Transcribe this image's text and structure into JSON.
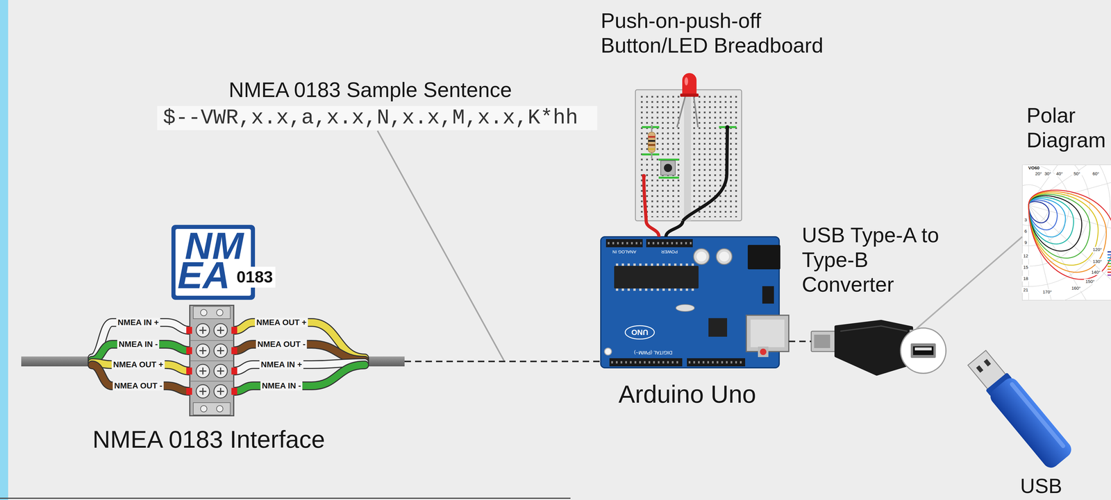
{
  "diagram": {
    "nodes": [
      {
        "text": [
          "NMEA 0183 Sample Sentence",
          "$--VWR,x.x,a,x.x,N,x.x,M,x.x,K*hh"
        ]
      },
      {
        "text": [
          "NMEA 0183 Interface"
        ]
      },
      {
        "text": [
          "Push-on-push-off Button/LED Breadboard"
        ]
      },
      {
        "text": [
          "Arduino Uno"
        ]
      },
      {
        "text": [
          "USB Type-A to Type-B Converter"
        ]
      },
      {
        "text": [
          "Polar Diagram"
        ]
      },
      {
        "text": [
          "USB"
        ]
      }
    ],
    "edges": [
      {
        "from": 1,
        "to": 3,
        "arrow": "none"
      },
      {
        "from": 3,
        "to": 4,
        "arrow": "none"
      },
      {
        "from": 4,
        "to": 5,
        "arrow": "none"
      },
      {
        "from": 2,
        "to": 3,
        "arrow": "none"
      },
      {
        "from": 2,
        "to": 3,
        "arrow": "none"
      }
    ],
    "labels": [
      "NM",
      "EA",
      "0183",
      "NMEA IN +",
      "NMEA IN -",
      "NMEA OUT +",
      "NMEA OUT -",
      "NMEA OUT +",
      "NMEA OUT -",
      "NMEA IN +",
      "NMEA IN -",
      "UNO",
      "ANALOG IN",
      "POWER",
      "DIGITAL (PWM~)",
      "VO60",
      "20°",
      "30°",
      "40°",
      "50°",
      "60°",
      "120°",
      "130°",
      "140°",
      "150°",
      "160°",
      "170°",
      "3",
      "6",
      "9",
      "12",
      "15",
      "18",
      "21"
    ]
  }
}
